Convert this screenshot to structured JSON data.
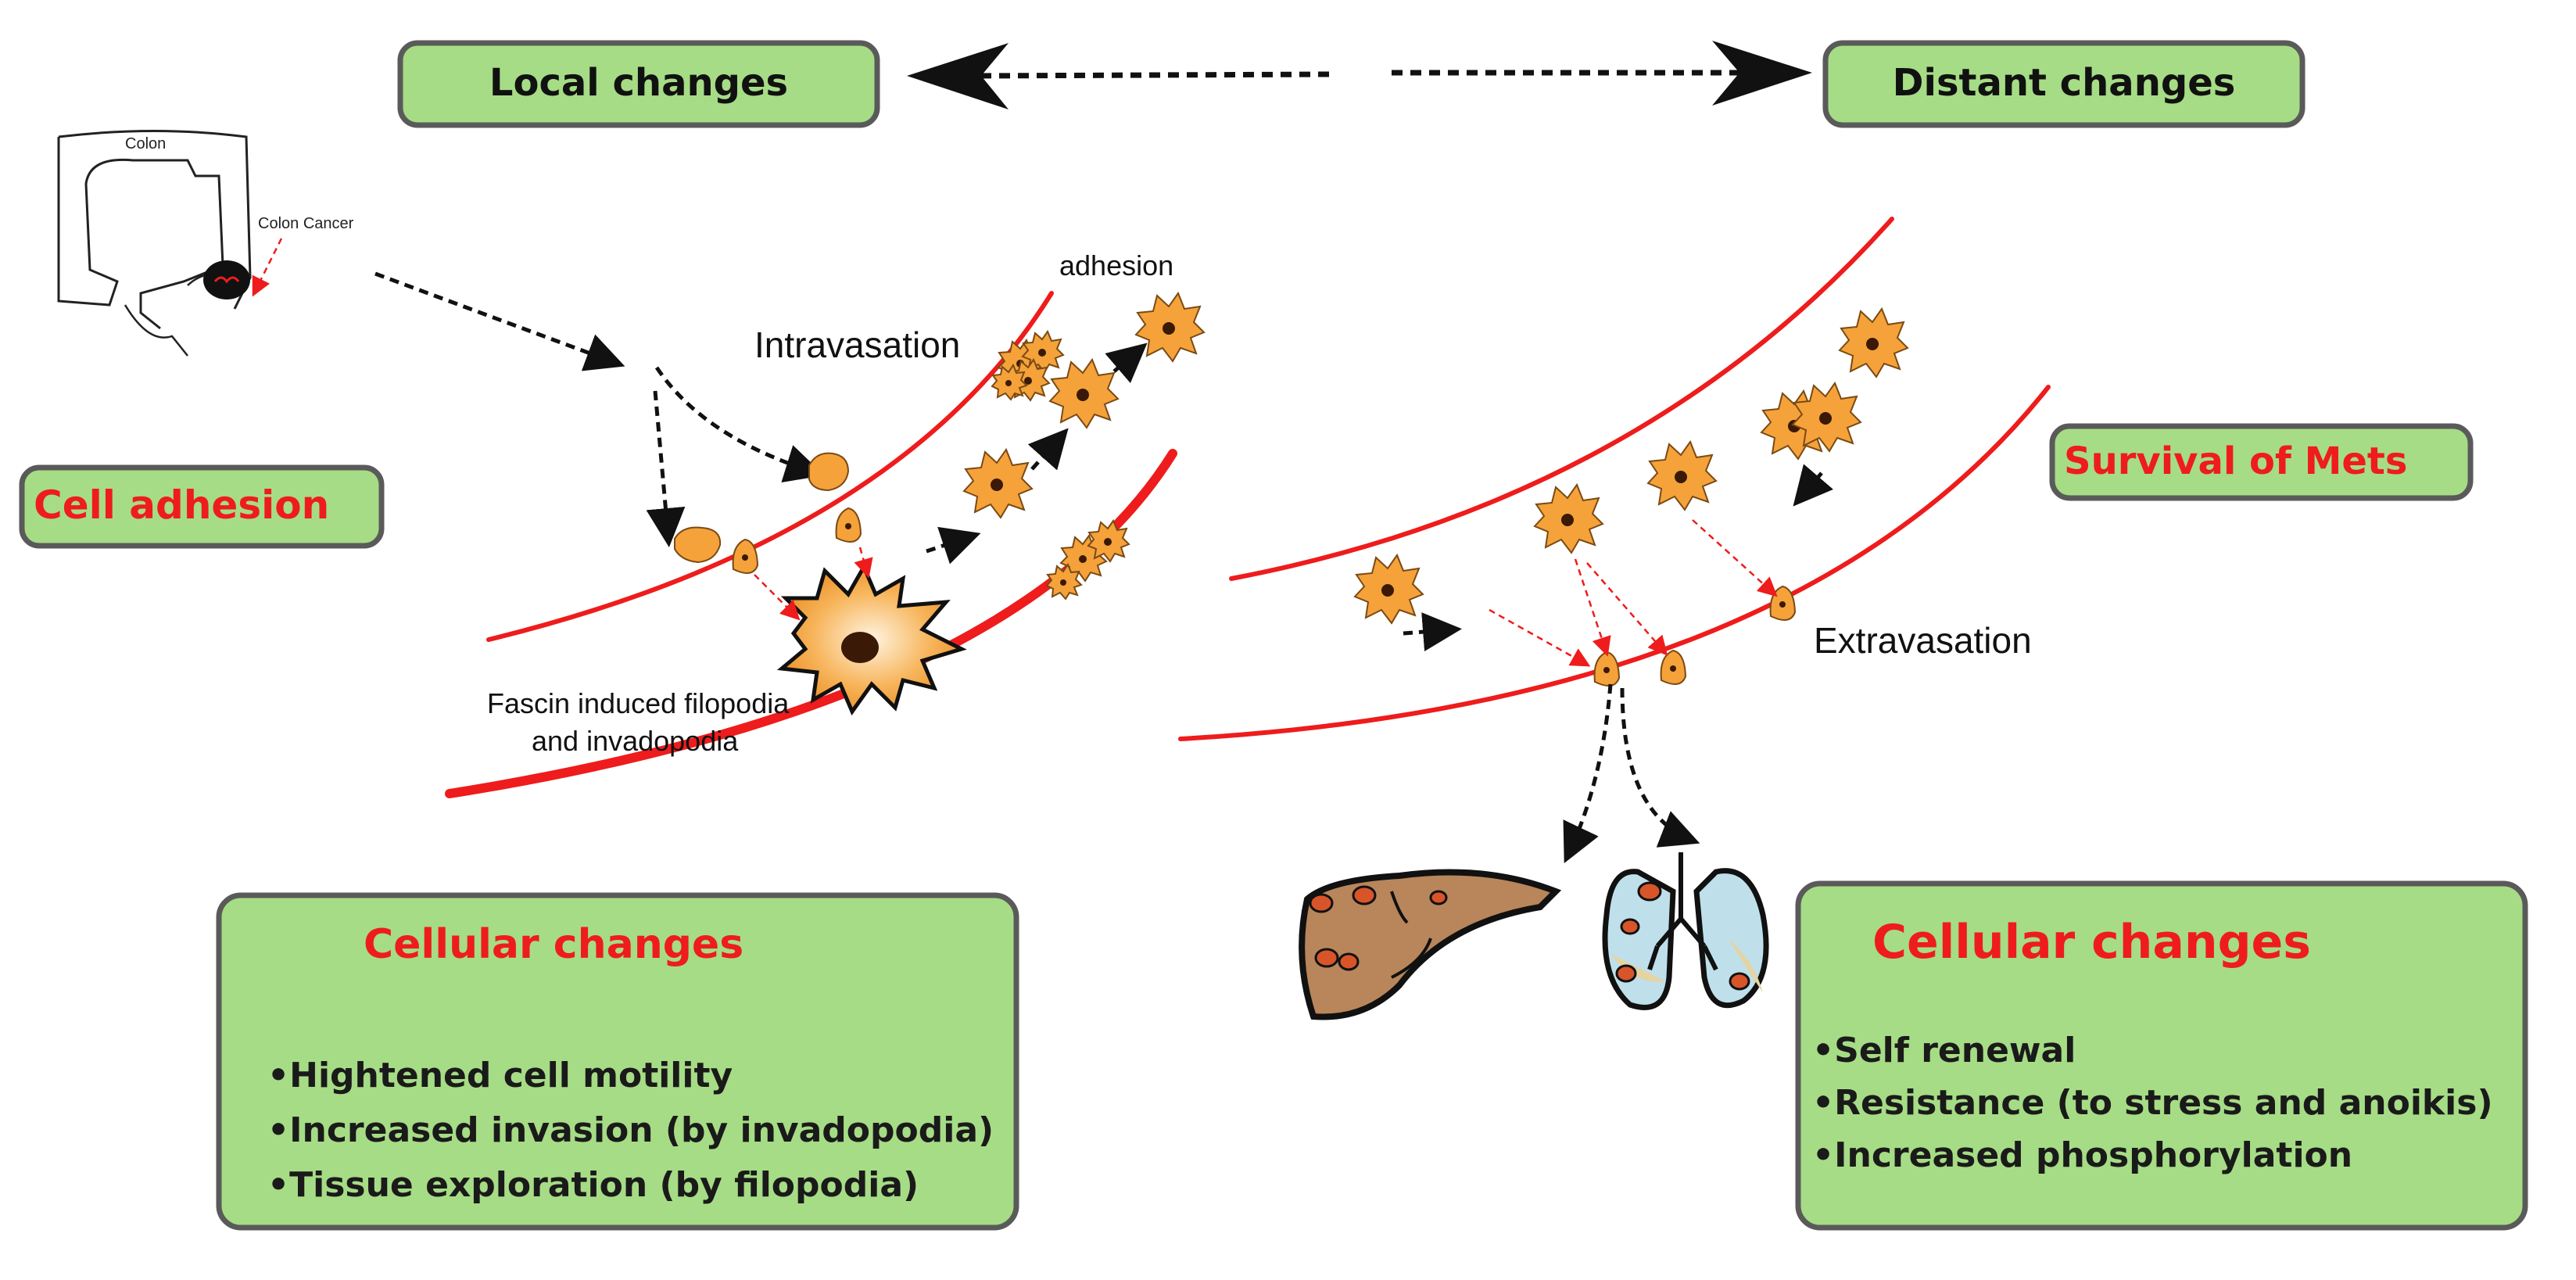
{
  "header": {
    "local": "Local changes",
    "distant": "Distant changes"
  },
  "colon": {
    "label": "Colon",
    "cancer_label": "Colon Cancer"
  },
  "left": {
    "cell_adhesion": "Cell adhesion",
    "intravasation": "Intravasation",
    "adhesion": "adhesion",
    "fascin_line1": "Fascin induced filopodia",
    "fascin_line2": "and invadopodia"
  },
  "right": {
    "survival": "Survival of Mets",
    "extravasation": "Extravasation"
  },
  "local_box": {
    "title": "Cellular changes",
    "items": [
      "•Hightened cell motility",
      "•Increased invasion (by invadopodia)",
      "•Tissue exploration (by filopodia)"
    ]
  },
  "distant_box": {
    "title": "Cellular changes",
    "items": [
      "•Self renewal",
      "•Resistance (to stress and anoikis)",
      "•Increased phosphorylation"
    ]
  },
  "colors": {
    "box_fill": "#a6dc85",
    "box_border": "#5a5a5a",
    "vessel": "#ee1c1c",
    "cell": "#f5a23a",
    "highlight_text": "#ee1c1c"
  }
}
